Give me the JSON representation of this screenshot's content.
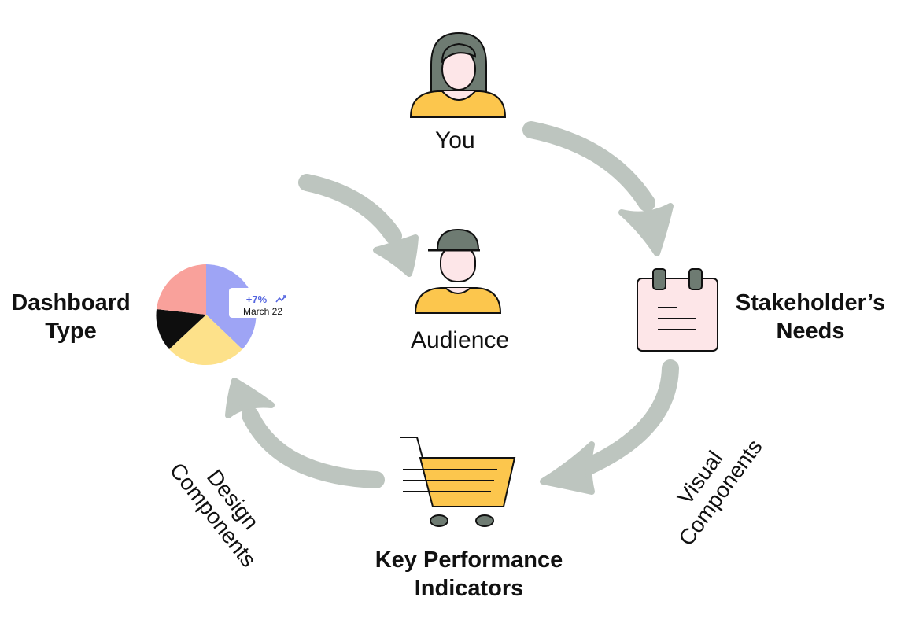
{
  "nodes": {
    "you": {
      "label": "You",
      "icon": "person-icon"
    },
    "audience": {
      "label": "Audience",
      "icon": "person-cap-icon"
    },
    "stakeholder": {
      "line1": "Stakeholder’s",
      "line2": "Needs",
      "icon": "notepad-icon"
    },
    "kpi": {
      "line1": "Key Performance",
      "line2": "Indicators",
      "icon": "shopping-cart-icon"
    },
    "dashboard": {
      "line1": "Dashboard",
      "line2": "Type",
      "icon": "pie-chart-icon"
    }
  },
  "edge_labels": {
    "visual": {
      "line1": "Visual",
      "line2": "Components"
    },
    "design": {
      "line1": "Design",
      "line2": "Components"
    }
  },
  "pie_badge": {
    "value": "+7%",
    "date": "March 22",
    "icon": "trend-up-icon"
  },
  "colors": {
    "arrow": "#bdc5bf",
    "hair": "#6e7b72",
    "shirt": "#fcc64d",
    "skin": "#fde6e8",
    "pie_blue": "#9ea4f5",
    "pie_pink": "#f9a19b",
    "pie_black": "#0e0e0e",
    "pie_yellow": "#fde18a",
    "badge_text": "#5566e0"
  }
}
